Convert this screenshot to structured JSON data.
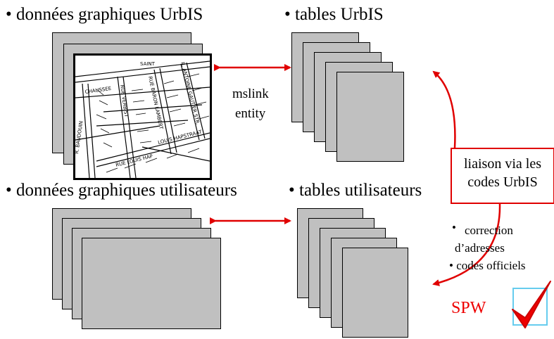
{
  "headings": {
    "urbis_graphics": "• données graphiques UrbIS",
    "urbis_tables": "• tables UrbIS",
    "user_graphics": "• données graphiques utilisateurs",
    "user_tables": "• tables utilisateurs"
  },
  "link_label": {
    "line1": "mslink",
    "line2": "entity"
  },
  "map_streets": [
    "CHAUSSEE",
    "SAINT",
    "RUE VERBIST",
    "RUE BARON LAMBERT",
    "R. ANTOINE GAUTIER STR.",
    "LOUIS HAPSTRAAT",
    "RUE LOUIS HAP",
    "R. BAUDOUIN"
  ],
  "liaison_box": {
    "line1": "liaison via les",
    "line2": "codes UrbIS"
  },
  "services": {
    "item1a": "correction",
    "item1b": "d’adresses",
    "item2": "• codes officiels"
  },
  "spw_label": "SPW",
  "colors": {
    "arrow": "#e00000",
    "sheet": "#c0c0c0",
    "check": "#ee0000",
    "checkbox": "#66ccee"
  }
}
